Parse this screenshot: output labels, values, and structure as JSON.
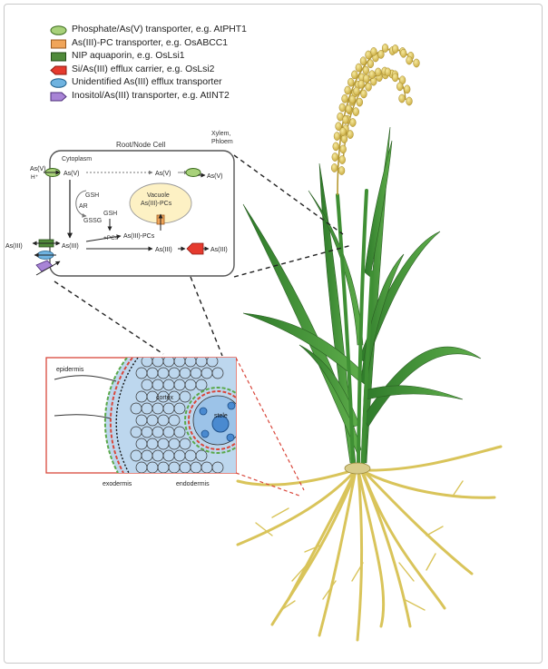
{
  "legend": [
    {
      "label": "Phosphate/As(V) transporter, e.g. AtPHT1",
      "shape": "ellipse",
      "color": "#a8d17a"
    },
    {
      "label": "As(III)-PC transporter, e.g. OsABCC1",
      "shape": "rect",
      "color": "#f0a55a"
    },
    {
      "label": "NIP aquaporin, e.g. OsLsi1",
      "shape": "rect",
      "color": "#4f8a3a"
    },
    {
      "label": "Si/As(III) efflux carrier, e.g. OsLsi2",
      "shape": "arrow-left",
      "color": "#e53a2e"
    },
    {
      "label": "Unidentified As(III) efflux transporter",
      "shape": "ellipse",
      "color": "#6fb3e0"
    },
    {
      "label": "Inositol/As(III) transporter, e.g. AtINT2",
      "shape": "arrow-right",
      "color": "#a884d6"
    }
  ],
  "cell": {
    "title": "Root/Node Cell",
    "cytoplasm": "Cytoplasm",
    "xylem_line1": "Xylem,",
    "xylem_line2": "Phloem",
    "asv_outside": "As(V)",
    "h_plus": "H⁺",
    "asv_1": "As(V)",
    "asv_2": "As(V)",
    "asv_right": "As(V)",
    "gsh_top": "GSH",
    "ar": "AR",
    "gssg": "GSSG",
    "gsh_bottom": "GSH",
    "pcs": "+PCs",
    "asiii_pcs": "As(III)-PCs",
    "vacuole_line1": "Vacuole",
    "vacuole_line2": "As(III)-PCs",
    "asiii_outside": "As(III)",
    "asiii_1": "As(III)",
    "asiii_2": "As(III)",
    "asiii_right": "As(III)"
  },
  "root_section": {
    "epidermis": "epidermis",
    "cortex": "cortex",
    "stele": "stele",
    "exodermis": "exodermis",
    "endodermis": "endodermis"
  },
  "colors": {
    "leaf": "#3f8f34",
    "panicle": "#e3cf6e",
    "root": "#d9c45a",
    "section_bg": "#bdd7ee",
    "section_border": "#d9473b",
    "vacuole": "#fdf1c4"
  }
}
